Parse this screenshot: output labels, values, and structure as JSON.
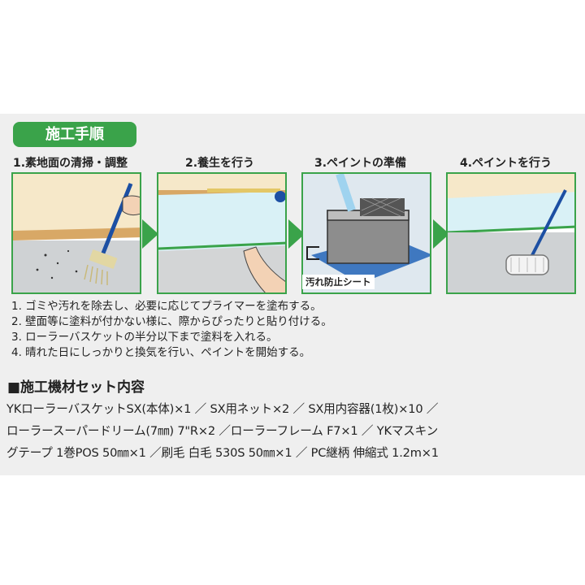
{
  "badge": "施工手順",
  "steps": [
    {
      "title": "1.素地面の清掃・調整"
    },
    {
      "title": "2.養生を行う"
    },
    {
      "title": "3.ペイントの準備"
    },
    {
      "title": "4.ペイントを行う"
    }
  ],
  "step3_label": "汚れ防止シート",
  "instructions": [
    "1. ゴミや汚れを除去し、必要に応じてプライマーを塗布する。",
    "2. 壁面等に塗料が付かない様に、際からぴったりと貼り付ける。",
    "3. ローラーバスケットの半分以下まで塗料を入れる。",
    "4. 晴れた日にしっかりと換気を行い、ペイントを開始する。"
  ],
  "set_title": "■施工機材セット内容",
  "set_lines": [
    "YKローラーバスケットSX(本体)×1 ／ SX用ネット×2 ／ SX用内容器(1枚)×10 ／",
    "ローラースーパードリーム(7㎜) 7\"R×2 ／ローラーフレーム F7×1 ／ YKマスキン",
    "グテープ 1巻POS 50㎜×1 ／刷毛 白毛 530S 50㎜×1 ／ PC継柄 伸縮式 1.2m×1"
  ],
  "colors": {
    "accent_green": "#3aa34a",
    "panel_bg": "#efefef"
  }
}
